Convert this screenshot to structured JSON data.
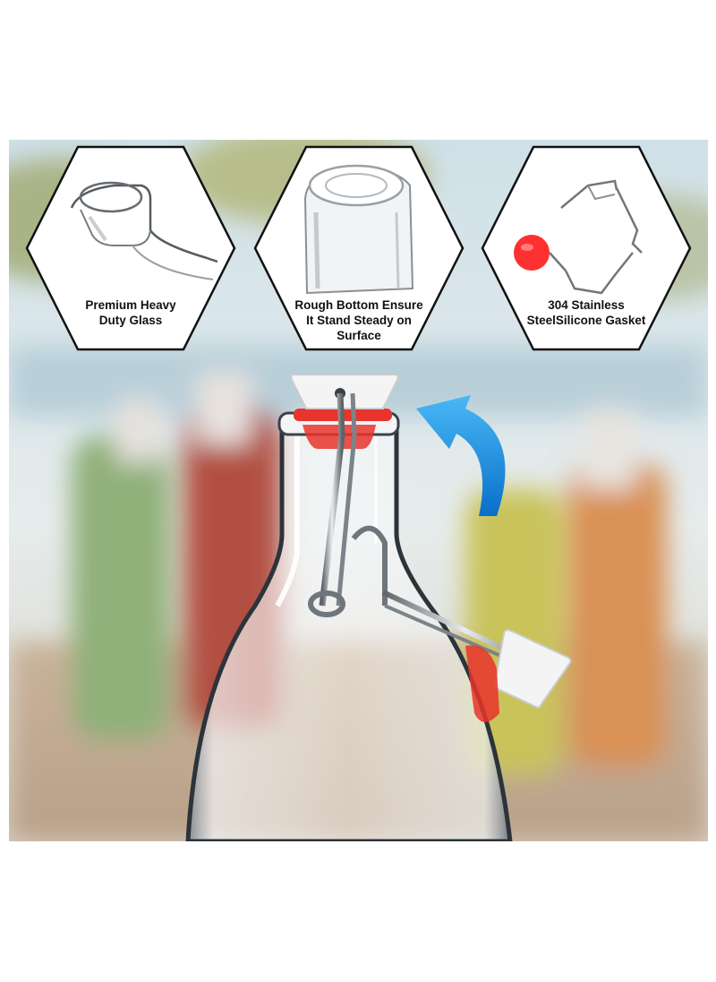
{
  "colors": {
    "background": "#ffffff",
    "hex_border": "#111111",
    "hex_fill": "#ffffff",
    "arrow": "#1f9be8",
    "gasket_red": "#e8342c",
    "stopper_white": "#f4f4f4",
    "label_text": "#111111"
  },
  "features": [
    {
      "icon": "glass-bottle-neck-icon",
      "lines": [
        "Premium Heavy",
        "Duty Glass"
      ]
    },
    {
      "icon": "bottle-bottom-icon",
      "lines": [
        "Rough Bottom Ensure",
        "It Stand Steady on",
        "Surface"
      ]
    },
    {
      "icon": "wire-clasp-gasket-icon",
      "lines": [
        "304 Stainless",
        "SteelSilicone Gasket"
      ]
    }
  ],
  "main_image": {
    "icon": "swing-top-bottle-icon"
  },
  "arrow": {
    "icon": "curved-up-arrow-icon"
  }
}
